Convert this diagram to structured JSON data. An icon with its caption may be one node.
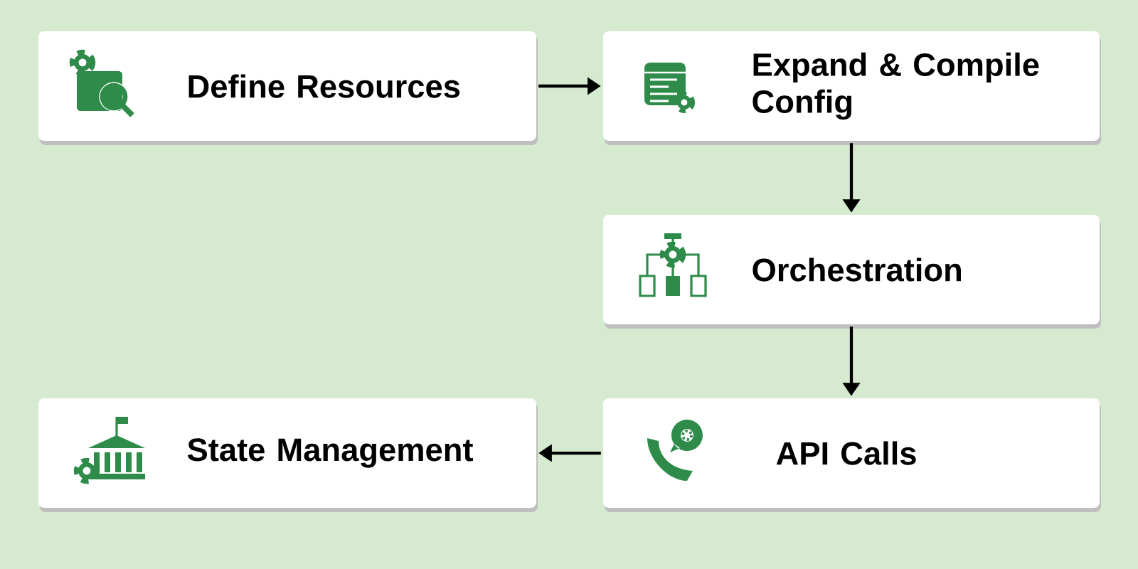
{
  "diagram": {
    "nodes": [
      {
        "text": [
          "Define Resources"
        ]
      },
      {
        "text": [
          "Expand & Compile Config"
        ]
      },
      {
        "text": [
          "Orchestration"
        ]
      },
      {
        "text": [
          "State Management"
        ]
      },
      {
        "text": [
          "API Calls"
        ]
      }
    ],
    "edges": [
      {
        "from": 0,
        "to": 1,
        "arrow": "to"
      },
      {
        "from": 1,
        "to": 2,
        "arrow": "to"
      },
      {
        "from": 2,
        "to": 4,
        "arrow": "to"
      },
      {
        "from": 4,
        "to": 3,
        "arrow": "to"
      }
    ]
  }
}
